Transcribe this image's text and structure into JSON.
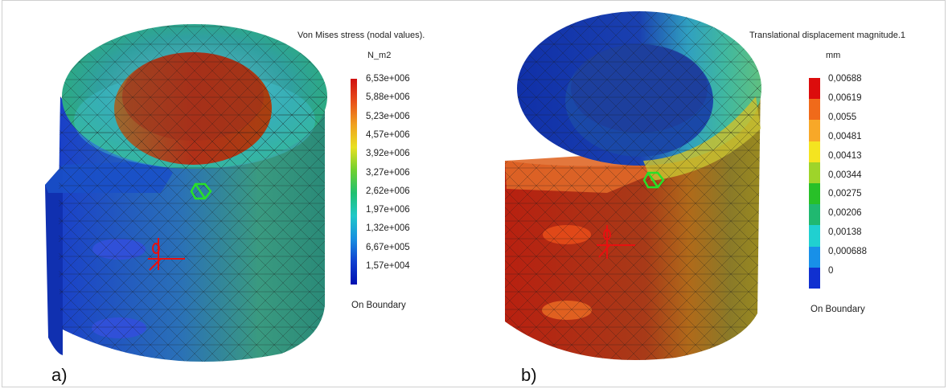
{
  "panel_a": {
    "label": "a)",
    "legend_title": "Von Mises stress (nodal values).",
    "unit": "N_m2",
    "ticks": [
      "6,53e+006",
      "5,88e+006",
      "5,23e+006",
      "4,57e+006",
      "3,92e+006",
      "3,27e+006",
      "2,62e+006",
      "1,97e+006",
      "1,32e+006",
      "6,67e+005",
      "1,57e+004"
    ],
    "boundary_text": "On Boundary",
    "gradient_colors": [
      "#d01010",
      "#e8501a",
      "#f0a020",
      "#e8e020",
      "#70d030",
      "#20c070",
      "#20c8c8",
      "#1890e0",
      "#1040d0",
      "#0010b0"
    ]
  },
  "panel_b": {
    "label": "b)",
    "legend_title": "Translational displacement magnitude.1",
    "unit": "mm",
    "ticks": [
      "0,00688",
      "0,00619",
      "0,0055",
      "0,00481",
      "0,00413",
      "0,00344",
      "0,00275",
      "0,00206",
      "0,00138",
      "0,000688",
      "0"
    ],
    "boundary_text": "On Boundary",
    "band_colors": [
      "#dc0c0c",
      "#f06a1a",
      "#f8a828",
      "#f4e420",
      "#9ed42a",
      "#28c028",
      "#20b870",
      "#20d0d0",
      "#1890e8",
      "#1030d0"
    ]
  }
}
